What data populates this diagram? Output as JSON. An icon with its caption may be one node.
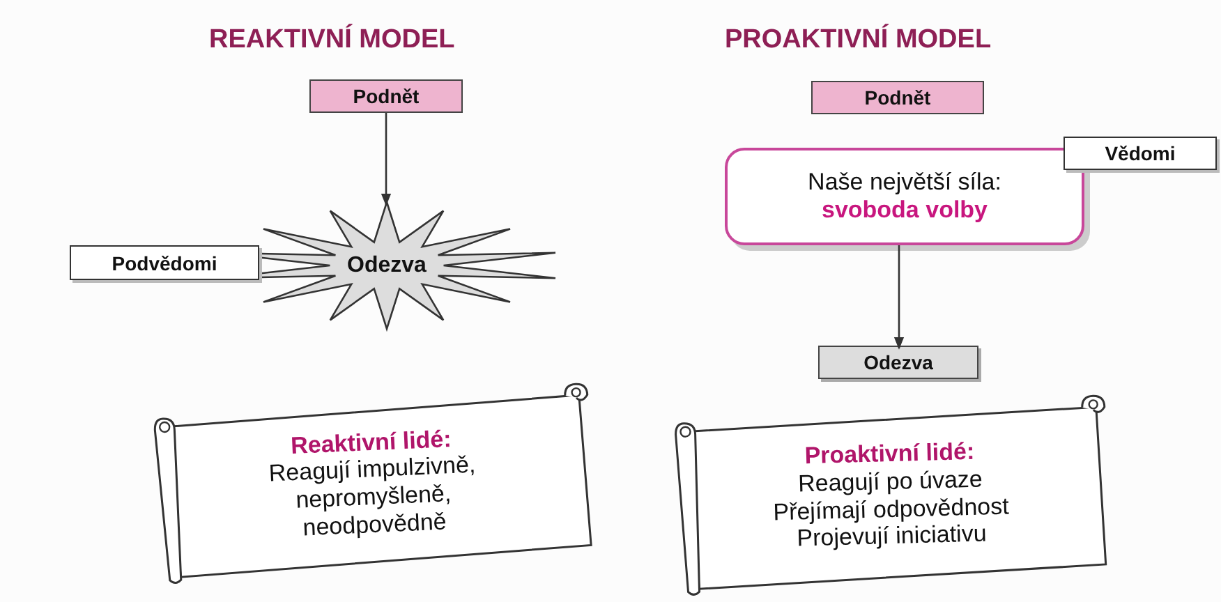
{
  "diagram": {
    "nodes": [
      {
        "text": [
          "Podnět"
        ]
      },
      {
        "text": [
          "Podvědomi"
        ]
      },
      {
        "text": [
          "Odezva"
        ]
      },
      {
        "text": [
          "Reaktivní lidé:",
          "Reagují impulzivně, nepromyšleně, neodpovědně"
        ]
      },
      {
        "text": [
          "Podnět"
        ]
      },
      {
        "text": [
          "Naše největší síla:",
          "svoboda volby"
        ]
      },
      {
        "text": [
          "Vědomi"
        ]
      },
      {
        "text": [
          "Odezva"
        ]
      },
      {
        "text": [
          "Proaktivní lidé:",
          "Reagují po úvaze",
          "Přejímají odpovědnost",
          "Projevují iniciativu"
        ]
      }
    ],
    "edges": [
      {
        "from": 0,
        "to": 2,
        "arrow": "to"
      },
      {
        "from": 5,
        "to": 7,
        "arrow": "to"
      }
    ],
    "labels": [
      "REAKTIVNÍ MODEL",
      "PROAKTIVNÍ MODEL"
    ]
  }
}
